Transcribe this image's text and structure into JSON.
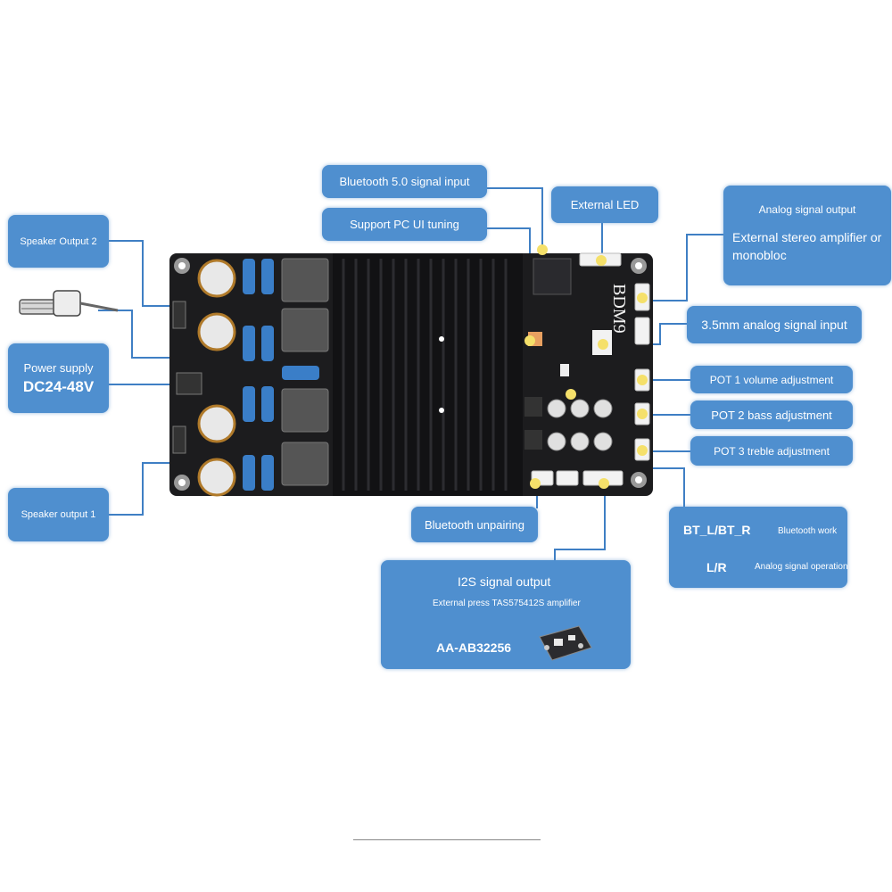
{
  "labels": {
    "bt_input": "Bluetooth 5.0 signal input",
    "external_led": "External LED",
    "pc_tuning": "Support PC UI tuning",
    "speaker_out2": "Speaker Output 2",
    "power_supply_title": "Power supply",
    "power_supply_voltage": "DC24-48V",
    "speaker_out1": "Speaker output 1",
    "analog_out_title": "Analog signal output",
    "analog_out_desc": "External stereo amplifier or monobloc",
    "analog_in": "3.5mm analog signal input",
    "pot1": "POT 1 volume adjustment",
    "pot2": "POT 2 bass adjustment",
    "pot3": "POT 3 treble adjustment",
    "bt_unpair": "Bluetooth unpairing",
    "bt_lr": "BT_L/BT_R",
    "bt_work": "Bluetooth work",
    "lr": "L/R",
    "analog_op": "Analog signal operation",
    "i2s_title": "I2S signal output",
    "i2s_desc": "External press TAS575412S amplifier",
    "i2s_model": "AA-AB32256"
  },
  "board": {
    "model": "BDM9"
  },
  "colors": {
    "callout": "#4f8fcf",
    "lead": "#3f7fc4",
    "board": "#1c1c1e",
    "heatsink": "#121214",
    "capacitor": "#3a7ec8",
    "connector": "#f2f2f2"
  }
}
